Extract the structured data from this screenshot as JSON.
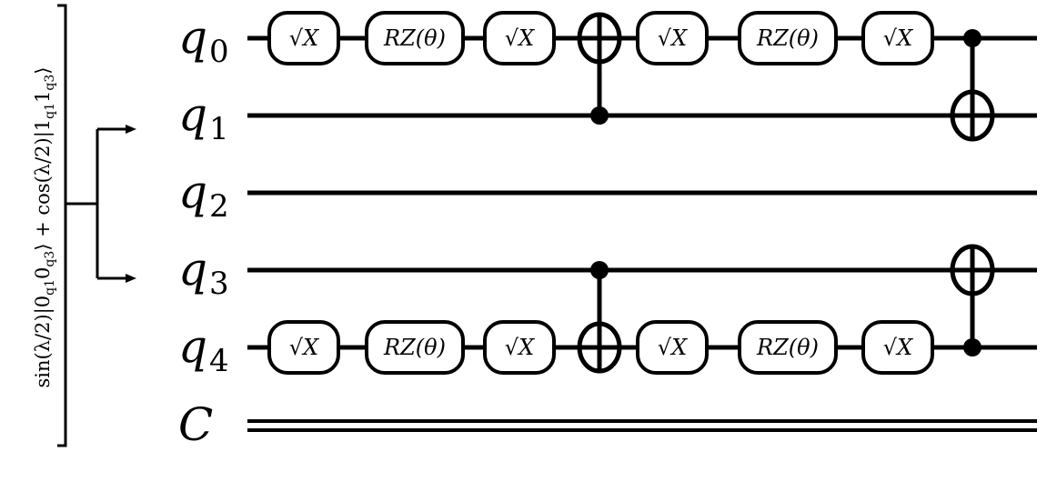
{
  "state_preparation": {
    "label": "sin(λ/2)|0q10q3⟩ + cos(λ/2)|1q11q3⟩",
    "label_parts": [
      {
        "t": "sin(λ/2)|0"
      },
      {
        "t": "q1",
        "sub": true
      },
      {
        "t": "0"
      },
      {
        "t": "q3",
        "sub": true
      },
      {
        "t": "⟩ + cos(λ/2)|1"
      },
      {
        "t": "q1",
        "sub": true
      },
      {
        "t": "1"
      },
      {
        "t": "q3",
        "sub": true
      },
      {
        "t": "⟩"
      }
    ],
    "targets": [
      "q1",
      "q3"
    ]
  },
  "wires": [
    {
      "id": "q0",
      "base": "q",
      "sub": "0",
      "type": "quantum"
    },
    {
      "id": "q1",
      "base": "q",
      "sub": "1",
      "type": "quantum"
    },
    {
      "id": "q2",
      "base": "q",
      "sub": "2",
      "type": "quantum"
    },
    {
      "id": "q3",
      "base": "q",
      "sub": "3",
      "type": "quantum"
    },
    {
      "id": "q4",
      "base": "q",
      "sub": "4",
      "type": "quantum"
    },
    {
      "id": "C",
      "base": "C",
      "sub": "",
      "type": "classical"
    }
  ],
  "operations": [
    {
      "kind": "gate",
      "label": "√X",
      "wire": "q0",
      "step": 0
    },
    {
      "kind": "gate",
      "label": "RZ(θ)",
      "wire": "q0",
      "step": 1
    },
    {
      "kind": "gate",
      "label": "√X",
      "wire": "q0",
      "step": 2
    },
    {
      "kind": "cnot",
      "control": "q1",
      "target": "q0",
      "step": 3
    },
    {
      "kind": "gate",
      "label": "√X",
      "wire": "q0",
      "step": 4
    },
    {
      "kind": "gate",
      "label": "RZ(θ)",
      "wire": "q0",
      "step": 5
    },
    {
      "kind": "gate",
      "label": "√X",
      "wire": "q0",
      "step": 6
    },
    {
      "kind": "cnot",
      "control": "q0",
      "target": "q1",
      "step": 7
    },
    {
      "kind": "gate",
      "label": "√X",
      "wire": "q4",
      "step": 0
    },
    {
      "kind": "gate",
      "label": "RZ(θ)",
      "wire": "q4",
      "step": 1
    },
    {
      "kind": "gate",
      "label": "√X",
      "wire": "q4",
      "step": 2
    },
    {
      "kind": "cnot",
      "control": "q3",
      "target": "q4",
      "step": 3
    },
    {
      "kind": "gate",
      "label": "√X",
      "wire": "q4",
      "step": 4
    },
    {
      "kind": "gate",
      "label": "RZ(θ)",
      "wire": "q4",
      "step": 5
    },
    {
      "kind": "gate",
      "label": "√X",
      "wire": "q4",
      "step": 6
    },
    {
      "kind": "cnot",
      "control": "q4",
      "target": "q3",
      "step": 7
    }
  ]
}
